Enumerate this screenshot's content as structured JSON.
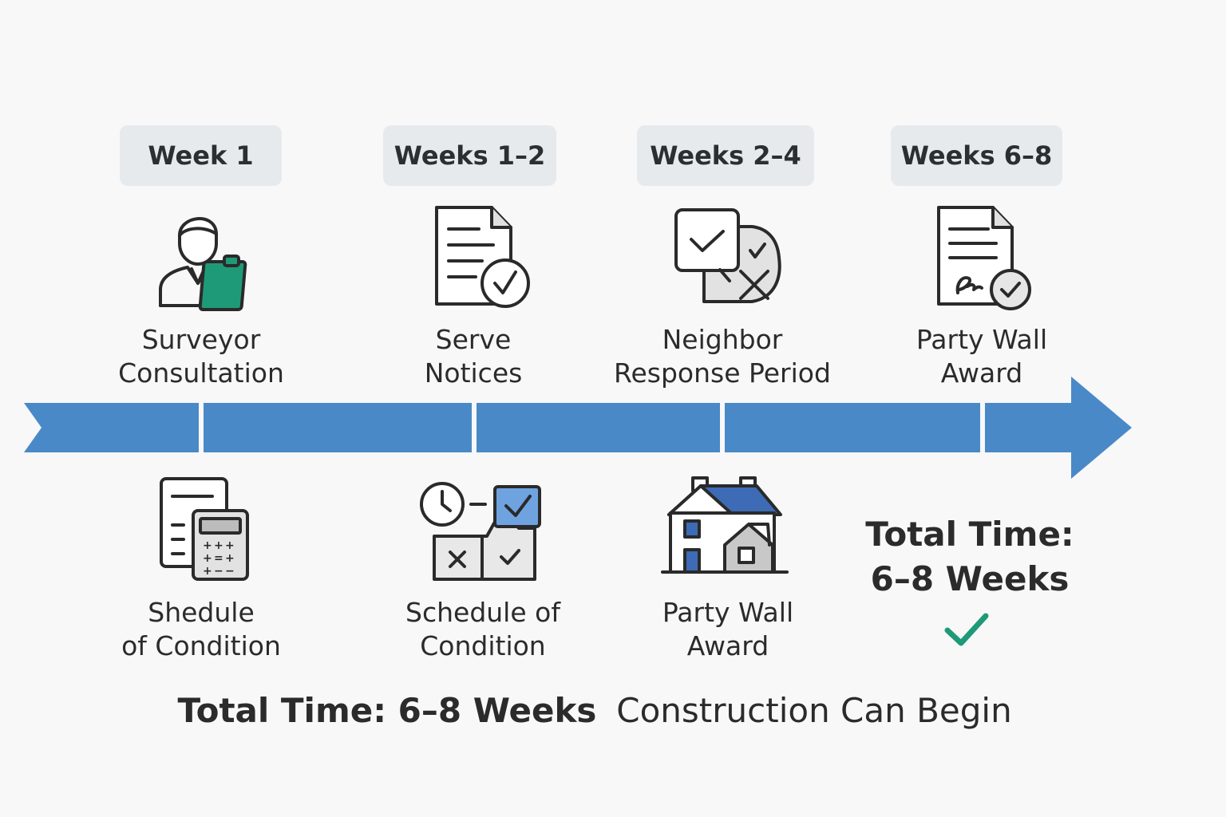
{
  "weeks": [
    {
      "label": "Week 1"
    },
    {
      "label": "Weeks 1–2"
    },
    {
      "label": "Weeks 2–4"
    },
    {
      "label": "Weeks 6–8"
    }
  ],
  "top_steps": [
    {
      "line1": "Surveyor",
      "line2": "Consultation",
      "icon": "surveyor-clipboard-icon"
    },
    {
      "line1": "Serve",
      "line2": "Notices",
      "icon": "document-check-icon"
    },
    {
      "line1": "Neighbor",
      "line2": "Response Period",
      "icon": "response-checkbox-icon"
    },
    {
      "line1": "Party Wall",
      "line2": "Award",
      "icon": "signed-document-icon"
    }
  ],
  "bottom_steps": [
    {
      "line1": "Shedule",
      "line2": "of Condition",
      "icon": "calculator-document-icon"
    },
    {
      "line1": "Schedule of",
      "line2": "Condition",
      "icon": "clock-checklist-icon"
    },
    {
      "line1": "Party Wall",
      "line2": "Award",
      "icon": "house-icon"
    }
  ],
  "total_right": {
    "line1": "Total Time:",
    "line2": "6–8 Weeks",
    "icon": "checkmark-icon"
  },
  "footer": {
    "total": "Total Time: 6–8 Weeks",
    "construction": "Construction Can Begin"
  },
  "colors": {
    "timeline_blue": "#4a89c8",
    "accent_green": "#1f9a78",
    "pill_bg": "#e7eaed",
    "house_roof": "#3d6bb5"
  }
}
